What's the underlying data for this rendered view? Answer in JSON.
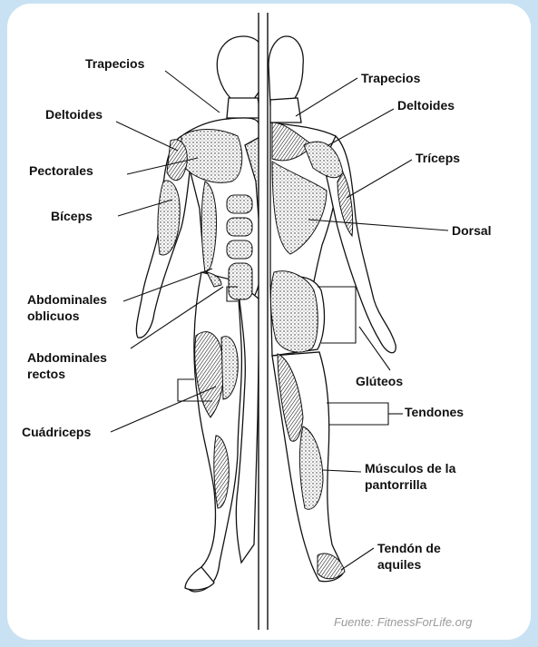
{
  "labels": {
    "trapecios_front": "Trapecios",
    "deltoides_front": "Deltoides",
    "pectorales": "Pectorales",
    "biceps": "Bíceps",
    "abd_oblicuos_1": "Abdominales",
    "abd_oblicuos_2": "oblicuos",
    "abd_rectos_1": "Abdominales",
    "abd_rectos_2": "rectos",
    "cuadriceps": "Cuádriceps",
    "trapecios_back": "Trapecios",
    "deltoides_back": "Deltoides",
    "triceps": "Tríceps",
    "dorsal": "Dorsal",
    "gluteos": "Glúteos",
    "tendones": "Tendones",
    "pantorrilla_1": "Músculos de la",
    "pantorrilla_2": "pantorrilla",
    "aquiles_1": "Tendón de",
    "aquiles_2": "aquiles"
  },
  "source": "Fuente: FitnessForLife.org",
  "colors": {
    "frame": "#c9e2f3",
    "panel": "#ffffff",
    "ink": "#111111",
    "source_text": "#9a9a9a"
  }
}
